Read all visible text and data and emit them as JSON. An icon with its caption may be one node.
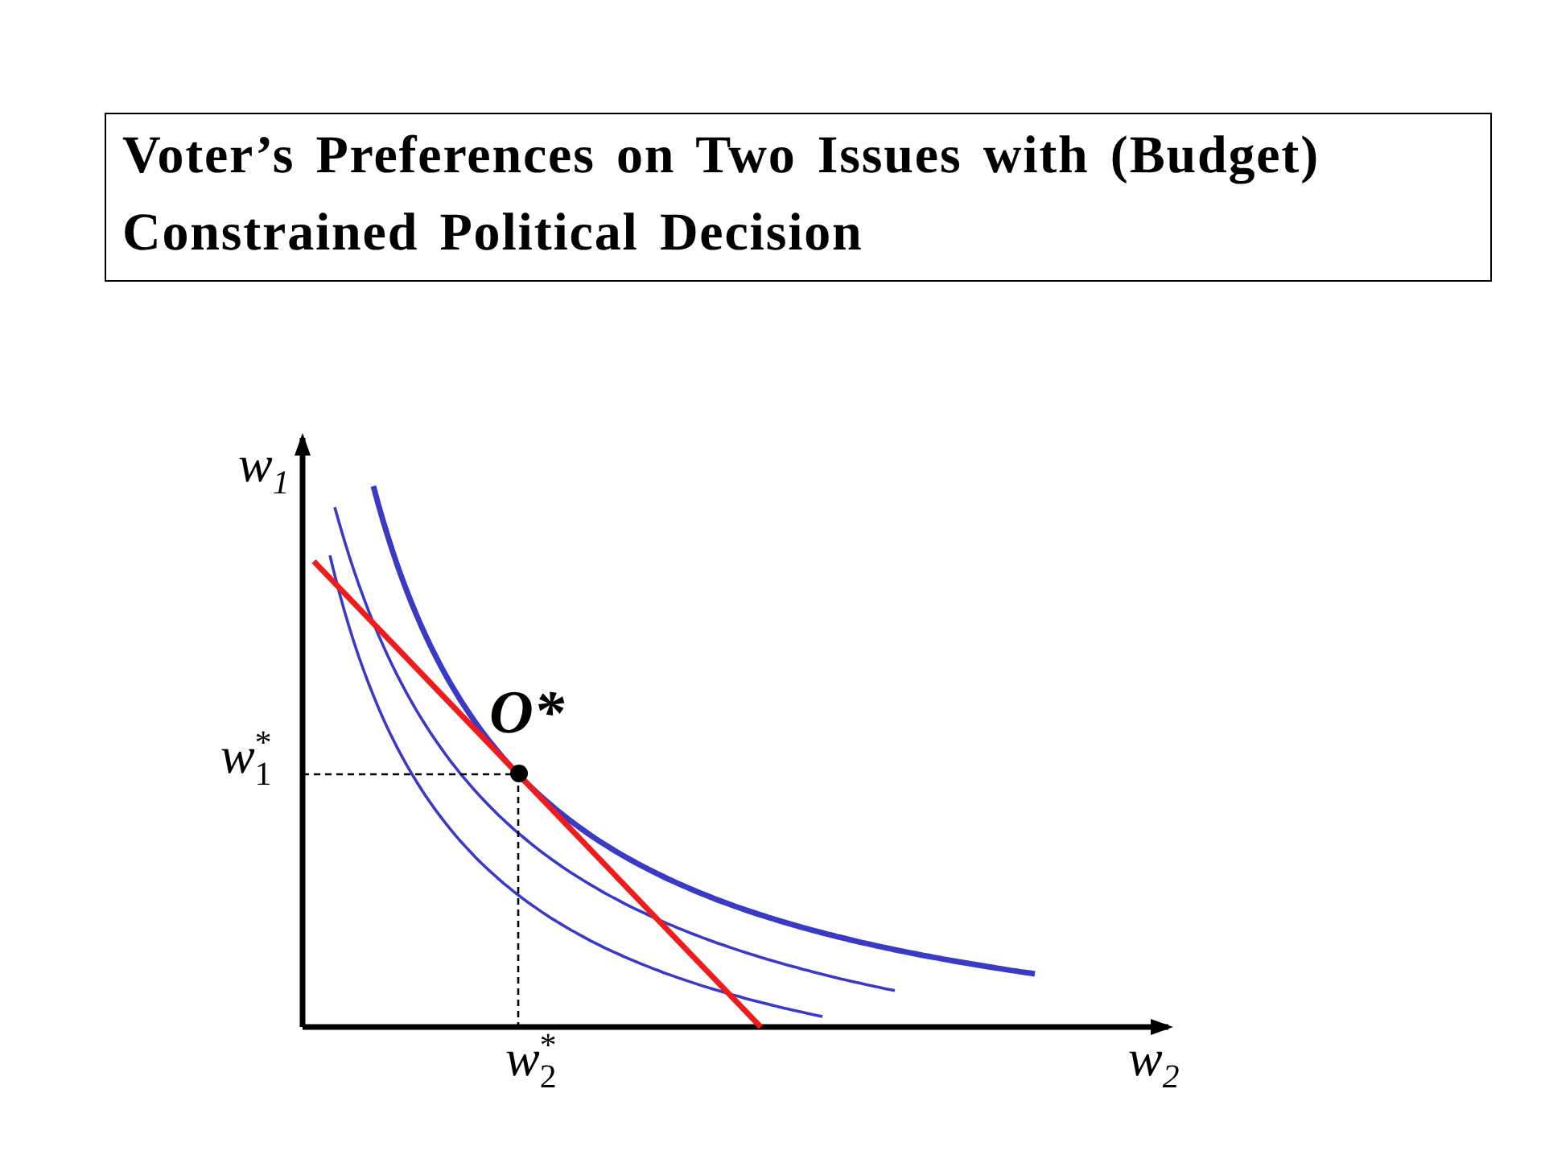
{
  "diagram": {
    "title": "Voter’s Preferences on Two Issues with (Budget) Constrained Political Decision",
    "labels": [
      "w$_{1}$",
      "O*",
      "*w*$_{1}$$^{*}$",
      "*w*$_{2}$$^{*}$",
      "w$_{2}$"
    ]
  }
}
